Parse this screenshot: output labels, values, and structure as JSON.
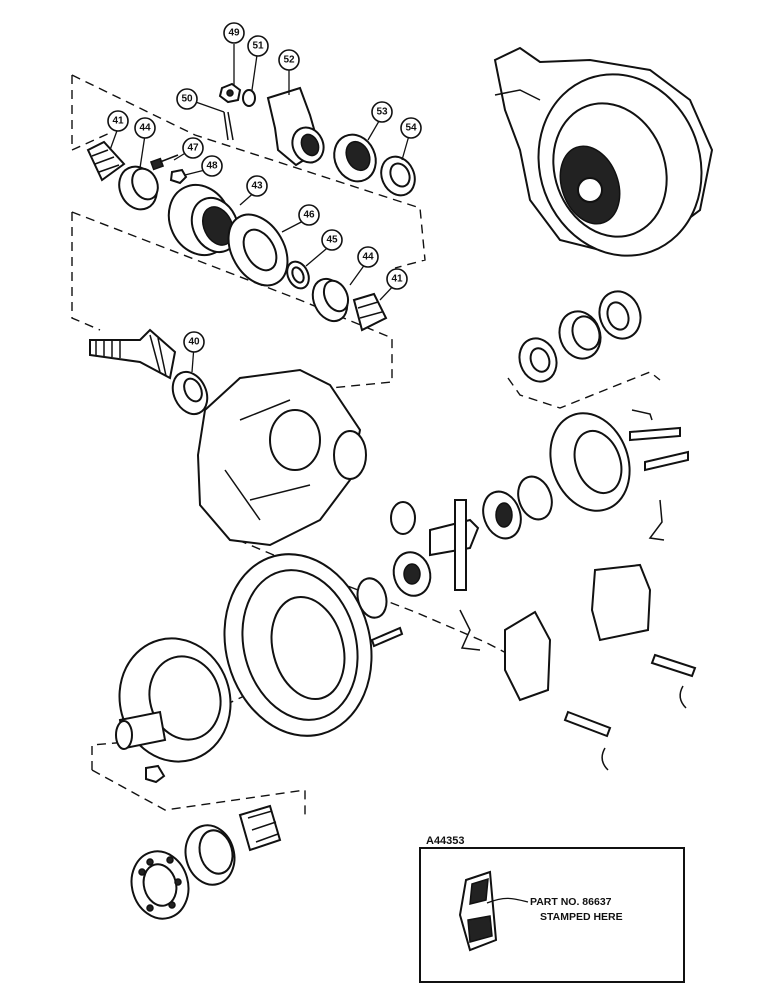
{
  "callouts": {
    "c41a": "41",
    "c44a": "44",
    "c47": "47",
    "c48": "48",
    "c50": "50",
    "c49": "49",
    "c51": "51",
    "c52": "52",
    "c53": "53",
    "c54": "54",
    "c43": "43",
    "c46": "46",
    "c45": "45",
    "c44b": "44",
    "c41b": "41",
    "c40": "40"
  },
  "inset": {
    "code": "A44353",
    "line1": "PART NO. 86637",
    "line2": "STAMPED HERE"
  }
}
